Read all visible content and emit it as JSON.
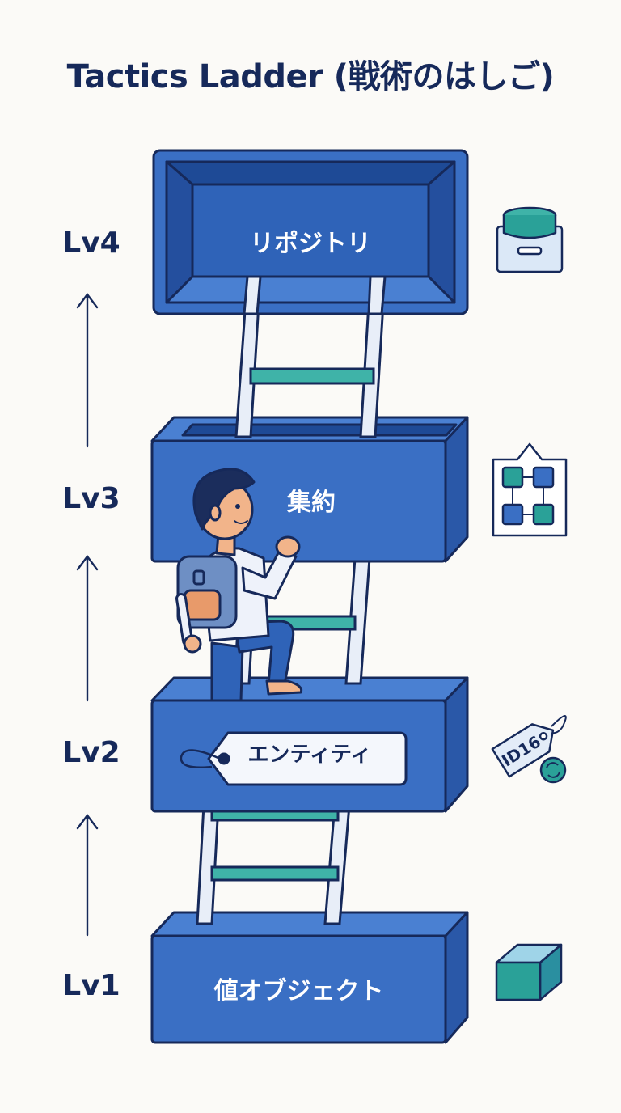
{
  "title": "Tactics Ladder (戦術のはしご)",
  "levels": [
    {
      "level": "Lv4",
      "label": "リポジトリ",
      "icon": "storage-box-icon"
    },
    {
      "level": "Lv3",
      "label": "集約",
      "icon": "cluster-nodes-icon"
    },
    {
      "level": "Lv2",
      "label": "エンティティ",
      "icon": "id-tag-icon"
    },
    {
      "level": "Lv1",
      "label": "値オブジェクト",
      "icon": "cube-icon"
    }
  ],
  "id_tag_text": "ID16",
  "colors": {
    "block_front": "#3a6fc4",
    "block_top": "#4a80d2",
    "block_side": "#2a58a8",
    "outline": "#16295a",
    "accent": "#2aa198",
    "rung": "#3fb3a8"
  }
}
